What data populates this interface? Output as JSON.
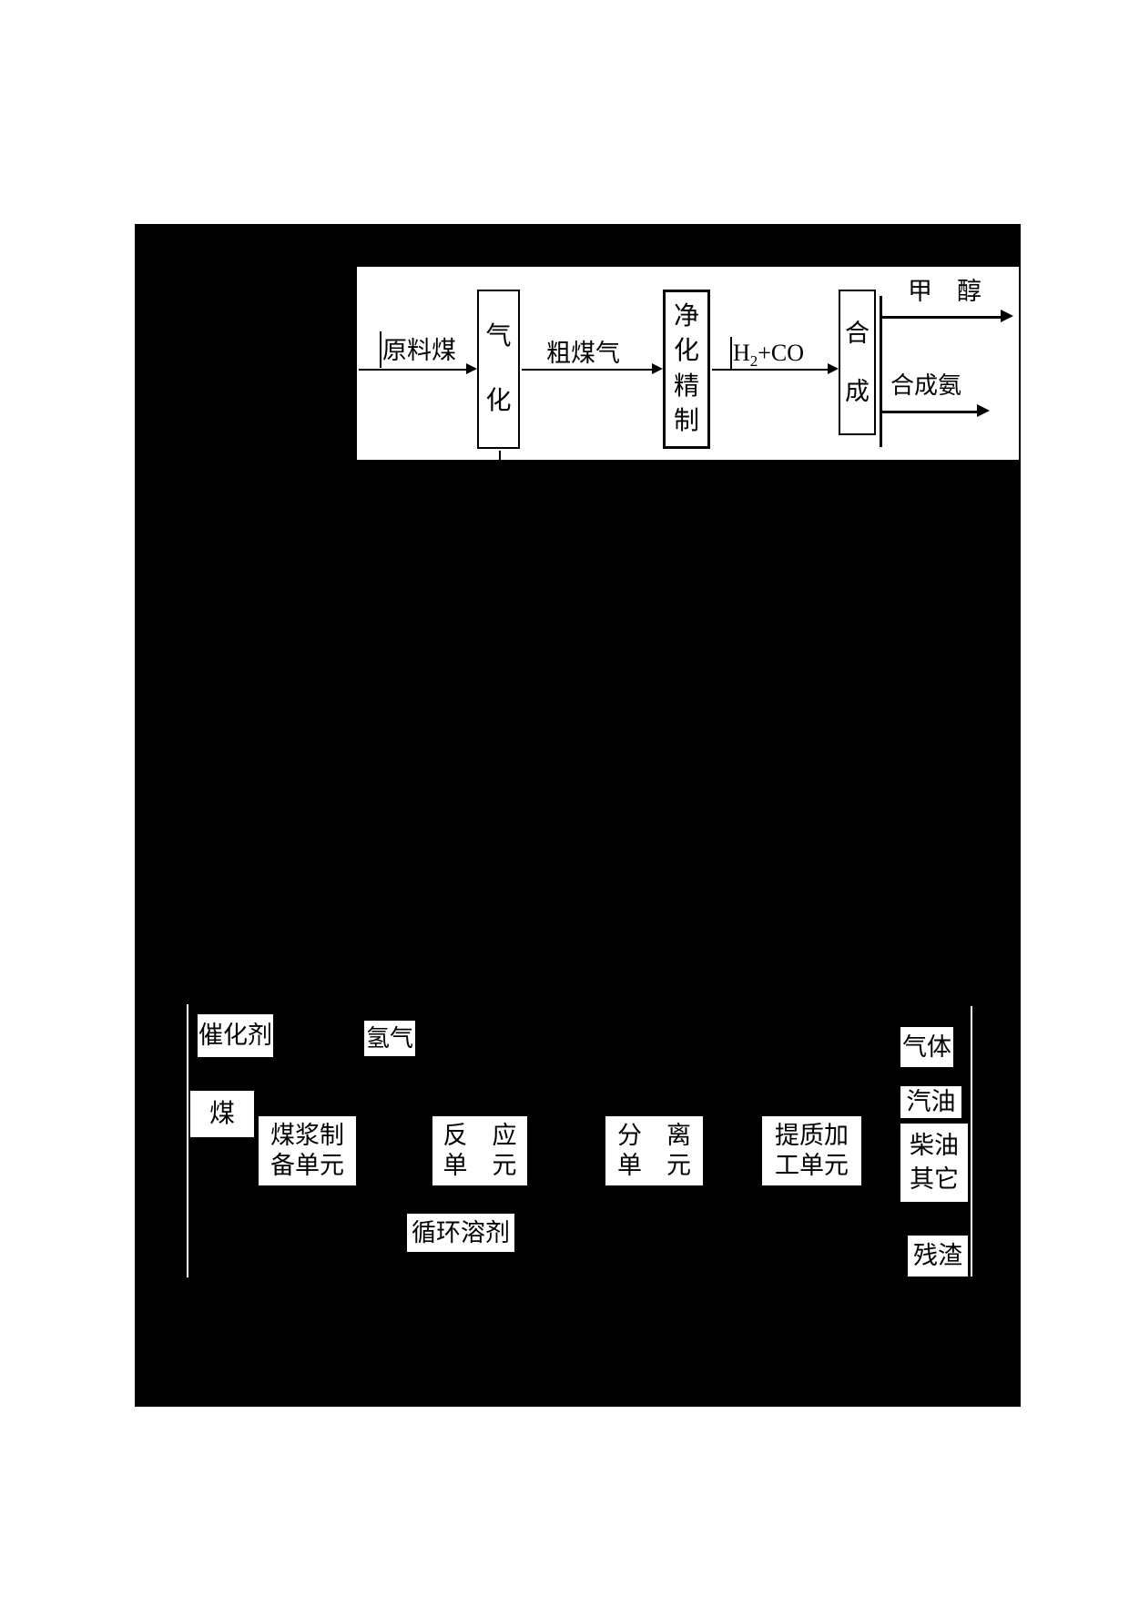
{
  "colors": {
    "ink": "#000000",
    "paper": "#ffffff"
  },
  "top_diagram": {
    "input_label": "原料煤",
    "gasification_chars": [
      "气",
      "化"
    ],
    "stream1_label": "粗煤气",
    "purification_chars": [
      "净",
      "化",
      "精",
      "制"
    ],
    "stream2": {
      "base": "H",
      "sub": "2",
      "rest": "+CO"
    },
    "synthesis_chars": [
      "合",
      "成"
    ],
    "output_top_label": "甲　醇",
    "output_bottom_label": "合成氨"
  },
  "bottom_diagram": {
    "catalyst_label": "催化剂",
    "hydrogen_label": "氢气",
    "coal_label": "煤",
    "unit_slurry": [
      "煤浆制",
      "备单元"
    ],
    "unit_reaction": [
      "反　应",
      "单　元"
    ],
    "unit_separation": [
      "分　离",
      "单　元"
    ],
    "unit_upgrading": [
      "提质加",
      "工单元"
    ],
    "product_gas_label": "气体",
    "product_gasoline_label": "汽油",
    "product_diesel_lines": [
      "柴油",
      "其它"
    ],
    "product_residue_label": "残渣",
    "recycle_solvent_label": "循环溶剂"
  }
}
